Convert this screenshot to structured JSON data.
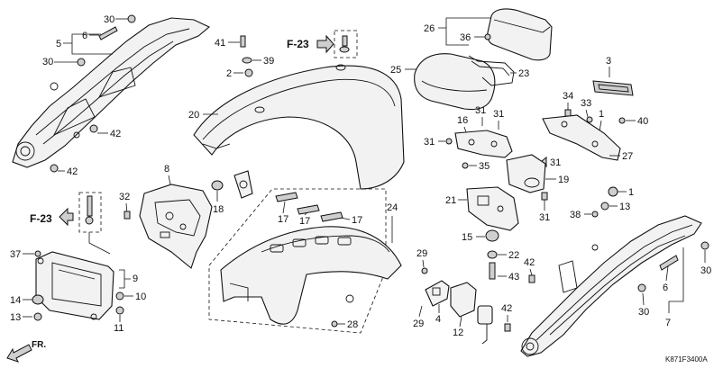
{
  "diagram": {
    "catalog_code": "K871F3400A",
    "front_marker": "FR.",
    "references": [
      "F-23",
      "F-23"
    ],
    "part_numbers": [
      "1",
      "2",
      "3",
      "4",
      "5",
      "6",
      "7",
      "8",
      "9",
      "10",
      "11",
      "12",
      "13",
      "14",
      "15",
      "16",
      "17",
      "18",
      "19",
      "20",
      "21",
      "22",
      "23",
      "24",
      "25",
      "26",
      "27",
      "28",
      "29",
      "30",
      "31",
      "32",
      "33",
      "34",
      "35",
      "36",
      "37",
      "38",
      "39",
      "40",
      "41",
      "42",
      "43"
    ],
    "callouts": {
      "c30a": "30",
      "c6a": "6",
      "c5": "5",
      "c30b": "30",
      "c42a": "42",
      "c42b": "42",
      "c41": "41",
      "c39": "39",
      "c2": "2",
      "c20": "20",
      "c8": "8",
      "c18": "18",
      "c32": "32",
      "c37": "37",
      "c9": "9",
      "c14": "14",
      "c10": "10",
      "c13a": "13",
      "c11": "11",
      "c17a": "17",
      "c17b": "17",
      "c17c": "17",
      "c24": "24",
      "c28": "28",
      "c26": "26",
      "c36": "36",
      "c25": "25",
      "c23": "23",
      "c3": "3",
      "c34": "34",
      "c33": "33",
      "c1a": "1",
      "c40": "40",
      "c27": "27",
      "c1b": "1",
      "c13b": "13",
      "c38": "38",
      "c16": "16",
      "c31a": "31",
      "c31b": "31",
      "c31c": "31",
      "c35": "35",
      "c31d": "31",
      "c19": "19",
      "c21": "21",
      "c31e": "31",
      "c15": "15",
      "c22": "22",
      "c43": "43",
      "c29a": "29",
      "c29b": "29",
      "c4": "4",
      "c12": "12",
      "c42c": "42",
      "c42d": "42",
      "c30c": "30",
      "c30d": "30",
      "c6b": "6",
      "c7": "7"
    }
  }
}
